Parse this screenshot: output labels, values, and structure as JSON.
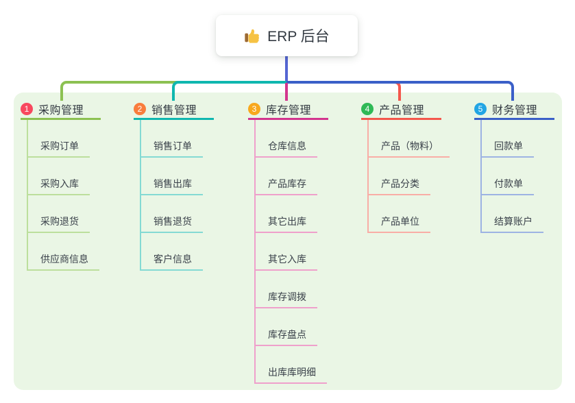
{
  "root": {
    "label": "ERP 后台",
    "icon": "thumbs-up-icon"
  },
  "branches": [
    {
      "index": "1",
      "label": "采购管理",
      "color": "#8cc152",
      "light_color": "#bcdf9c",
      "badge_color": "#f8485e",
      "children": [
        "采购订单",
        "采购入库",
        "采购退货",
        "供应商信息"
      ]
    },
    {
      "index": "2",
      "label": "销售管理",
      "color": "#0fb7af",
      "light_color": "#84dad3",
      "badge_color": "#f97d3d",
      "children": [
        "销售订单",
        "销售出库",
        "销售退货",
        "客户信息"
      ]
    },
    {
      "index": "3",
      "label": "库存管理",
      "color": "#d3358e",
      "light_color": "#efa0cb",
      "badge_color": "#f8a81d",
      "children": [
        "仓库信息",
        "产品库存",
        "其它出库",
        "其它入库",
        "库存调拨",
        "库存盘点",
        "出库库明细"
      ]
    },
    {
      "index": "4",
      "label": "产品管理",
      "color": "#f4574c",
      "light_color": "#f9ada6",
      "badge_color": "#2fb956",
      "children": [
        "产品（物料）",
        "产品分类",
        "产品单位"
      ]
    },
    {
      "index": "5",
      "label": "财务管理",
      "color": "#3a5fc8",
      "light_color": "#9db3e3",
      "badge_color": "#22a5e4",
      "children": [
        "回款单",
        "付款单",
        "结算账户"
      ]
    }
  ],
  "colors": {
    "trunk": "#5566d3",
    "panel_bg": "#eaf6e5",
    "canvas_bg": "#ffffff",
    "card_bg": "#ffffff",
    "text": "#363d45"
  }
}
